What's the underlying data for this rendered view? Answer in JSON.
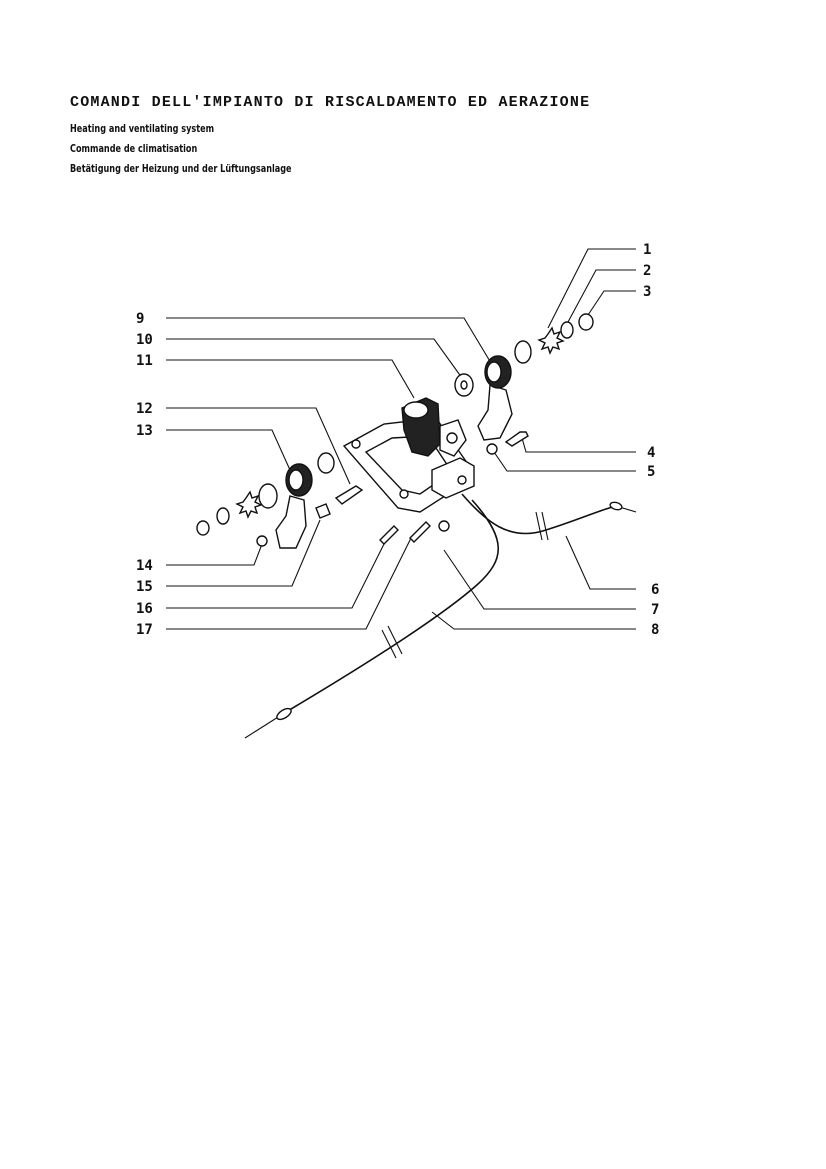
{
  "header": {
    "title_it": "COMANDI DELL'IMPIANTO DI RISCALDAMENTO ED AERAZIONE",
    "title_en": "Heating and ventilating system",
    "title_fr": "Commande de climatisation",
    "title_de": "Betätigung der Heizung und der Lüftungsanlage"
  },
  "callouts": {
    "c1": "1",
    "c2": "2",
    "c3": "3",
    "c4": "4",
    "c5": "5",
    "c6": "6",
    "c7": "7",
    "c8": "8",
    "c9": "9",
    "c10": "10",
    "c11": "11",
    "c12": "12",
    "c13": "13",
    "c14": "14",
    "c15": "15",
    "c16": "16",
    "c17": "17"
  }
}
